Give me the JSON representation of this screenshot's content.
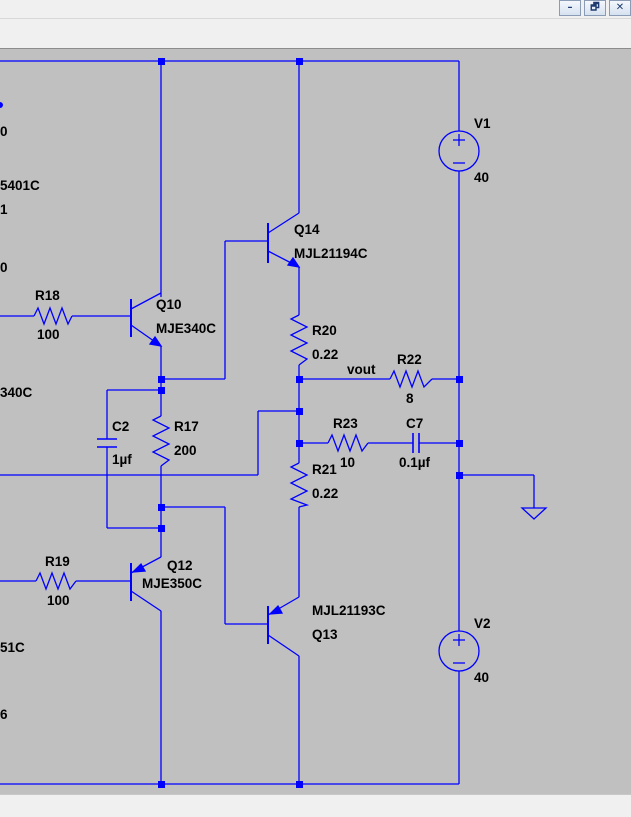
{
  "window": {
    "buttons": {
      "minimize": "–",
      "restore": "🗗",
      "close": "✕"
    }
  },
  "colors": {
    "wire": "#0000ff",
    "canvas": "#c0c0c0",
    "text": "#000000"
  },
  "schematic": {
    "partial_labels": [
      "0",
      "5401C",
      "1",
      "0",
      "340C",
      "51C",
      "6"
    ],
    "components": [
      {
        "ref": "V1",
        "value": "40"
      },
      {
        "ref": "V2",
        "value": "40"
      },
      {
        "ref": "Q14",
        "value": "MJL21194C"
      },
      {
        "ref": "Q10",
        "value": "MJE340C"
      },
      {
        "ref": "Q12",
        "value": "MJE350C"
      },
      {
        "ref": "Q13",
        "value": "MJL21193C"
      },
      {
        "ref": "R18",
        "value": "100"
      },
      {
        "ref": "R19",
        "value": "100"
      },
      {
        "ref": "R17",
        "value": "200"
      },
      {
        "ref": "R20",
        "value": "0.22"
      },
      {
        "ref": "R21",
        "value": "0.22"
      },
      {
        "ref": "R22",
        "value": "8"
      },
      {
        "ref": "R23",
        "value": "10"
      },
      {
        "ref": "C2",
        "value": "1µf"
      },
      {
        "ref": "C7",
        "value": "0.1µf"
      }
    ],
    "net_labels": [
      "vout"
    ]
  }
}
